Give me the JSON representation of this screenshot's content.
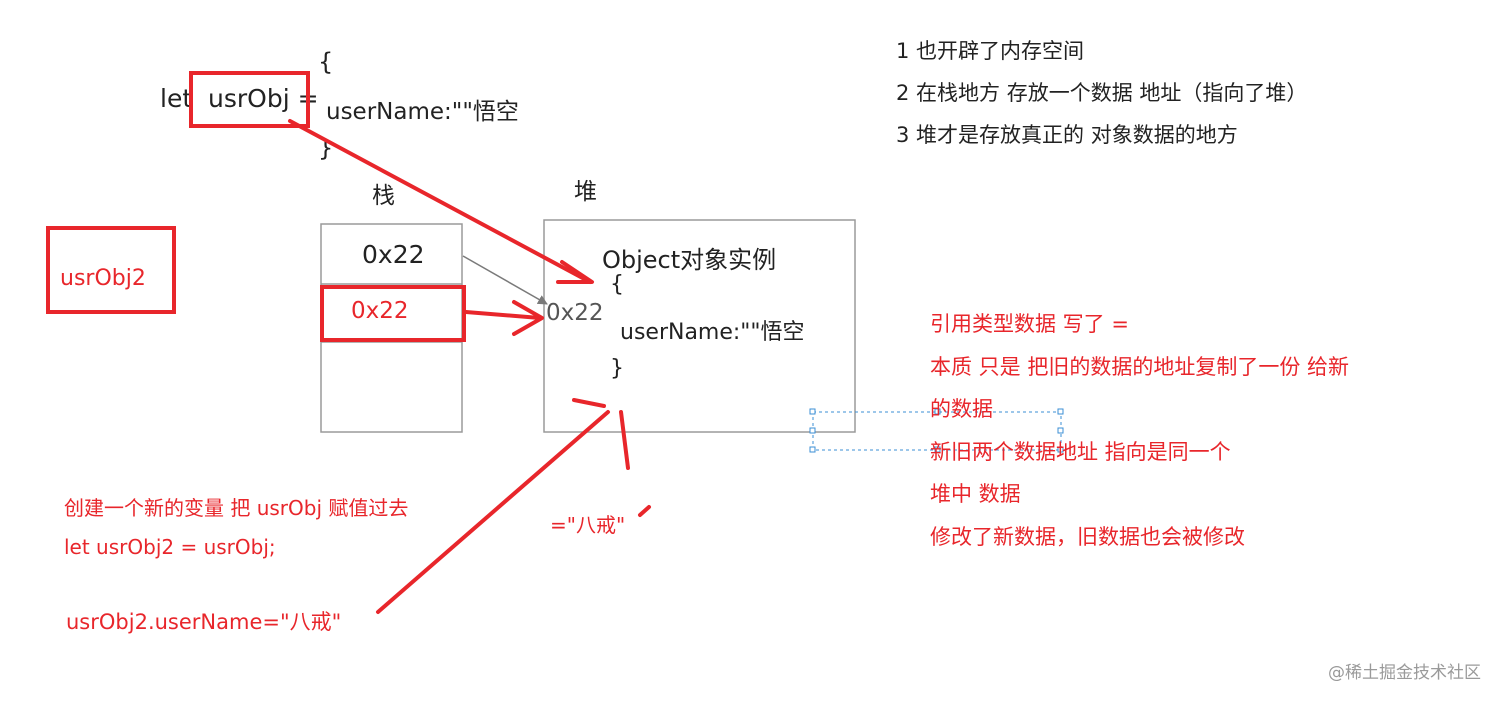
{
  "code": {
    "let": "let",
    "var": "usrObj",
    "eq": "=",
    "open_brace": "{",
    "field": "userName:\"\"悟空",
    "close_brace": "}"
  },
  "labels": {
    "stack": "栈",
    "heap": "堆"
  },
  "stack": {
    "addr1": "0x22",
    "addr2": "0x22"
  },
  "heap": {
    "addr": "0x22",
    "title": "Object对象实例",
    "open_brace": "{",
    "field": "userName:\"\"悟空",
    "close_brace": "}"
  },
  "usrobj2_label": "usrObj2",
  "notes": [
    "1 也开辟了内存空间",
    "2 在栈地方 存放一个数据 地址（指向了堆）",
    "3 堆才是存放真正的 对象数据的地方"
  ],
  "reference_notes": [
    "引用类型数据    写了 =",
    "本质 只是 把旧的数据的地址复制了一份 给新",
    "的数据",
    "新旧两个数据地址 指向是同一个",
    "堆中 数据",
    "修改了新数据，旧数据也会被修改"
  ],
  "create_lines": [
    "创建一个新的变量 把   usrObj 赋值过去",
    "let usrObj2 =   usrObj;"
  ],
  "assign_line": "usrObj2.userName=\"八戒\"",
  "bajie_value": "=\"八戒\"",
  "watermark": "@稀土掘金技术社区",
  "colors": {
    "annotation_red": "#e8262b",
    "text": "#222222",
    "box_border": "#9a9a9a",
    "selection_blue": "#3b8fd6"
  }
}
